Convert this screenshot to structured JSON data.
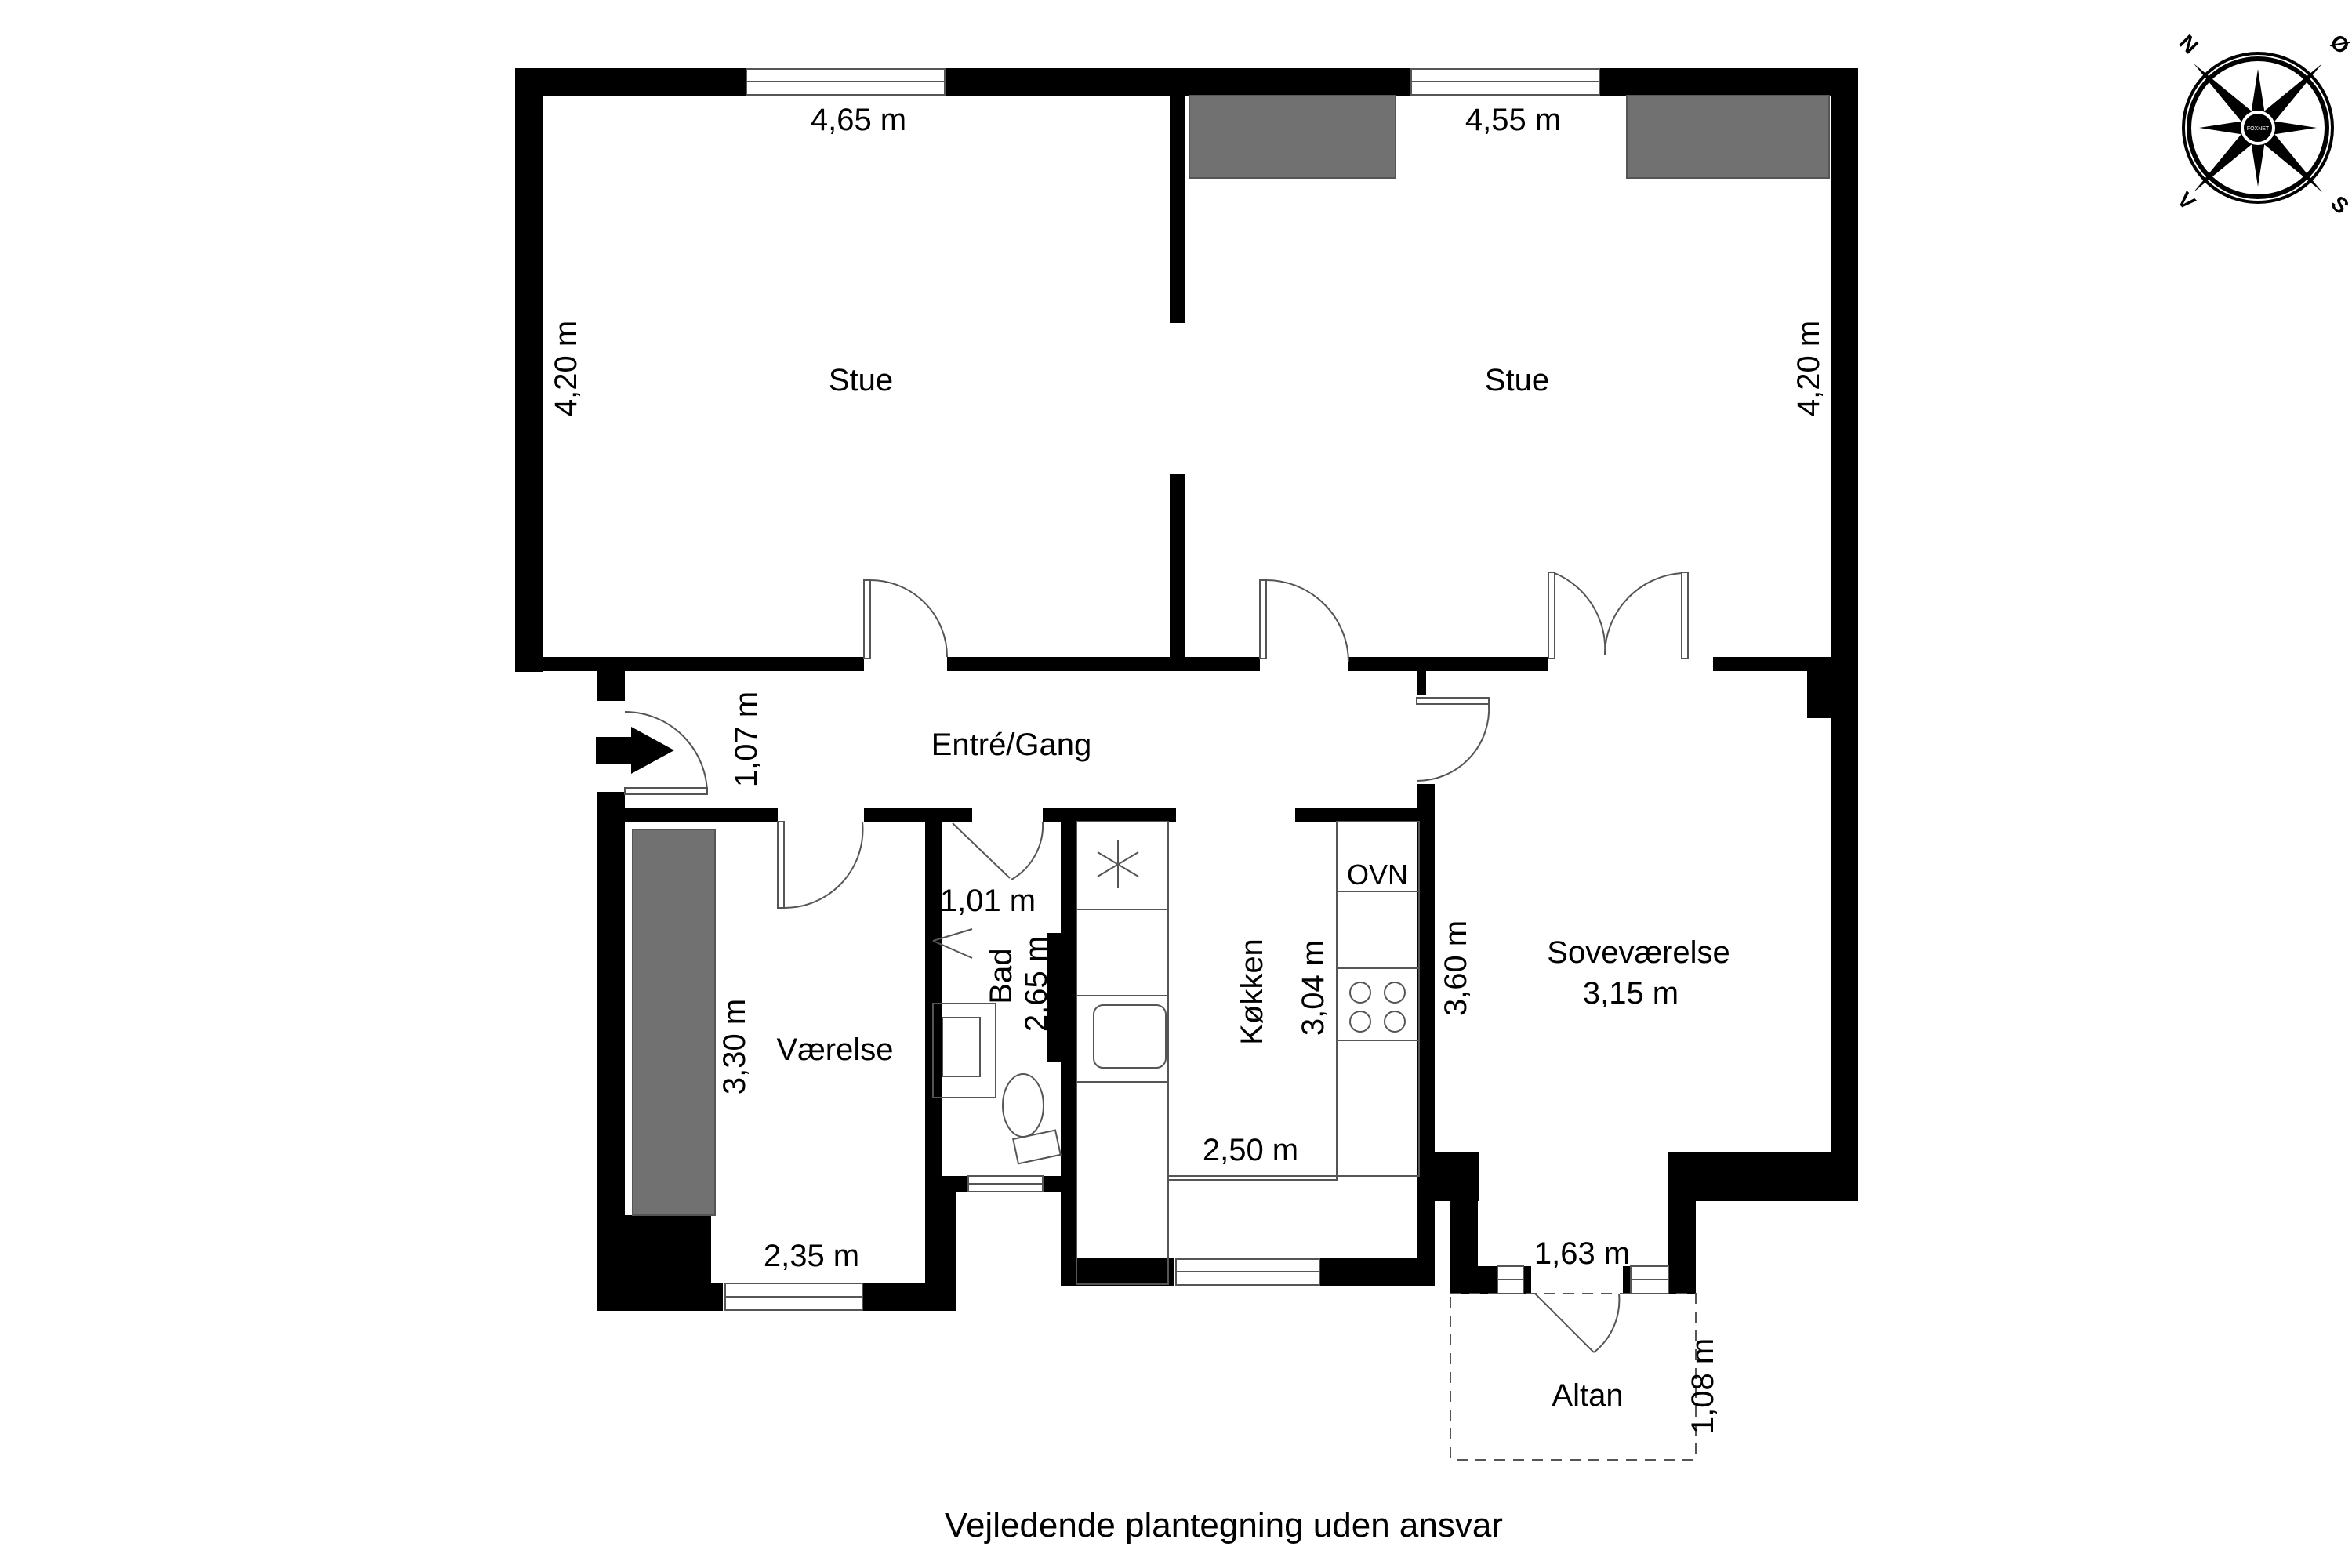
{
  "plan": {
    "footer": "Vejledende plantegning uden ansvar",
    "compass": {
      "n": "N",
      "e": "Ø",
      "s": "S",
      "w": "V",
      "center_text": "FOXNET"
    },
    "rooms": {
      "stue_left": {
        "name": "Stue",
        "width": "4,65 m",
        "depth": "4,20 m"
      },
      "stue_right": {
        "name": "Stue",
        "width": "4,55 m",
        "depth": "4,20 m"
      },
      "entre": {
        "name": "Entré/Gang",
        "width": "1,07 m"
      },
      "vaerelse": {
        "name": "Værelse",
        "depth": "3,30 m",
        "width": "2,35 m"
      },
      "bad": {
        "name": "Bad",
        "width": "1,01 m",
        "depth": "2,65 m"
      },
      "koekken": {
        "name": "Køkken",
        "depth": "3,04 m",
        "width": "2,50 m",
        "oven_label": "OVN"
      },
      "sovevaerelse": {
        "name": "Soveværelse",
        "width": "3,15 m",
        "depth": "3,60 m"
      },
      "altan": {
        "name": "Altan",
        "width": "1,63 m",
        "depth": "1,08 m"
      }
    },
    "colors": {
      "wall": "#000000",
      "furniture": "#717171",
      "line": "#555555"
    }
  }
}
